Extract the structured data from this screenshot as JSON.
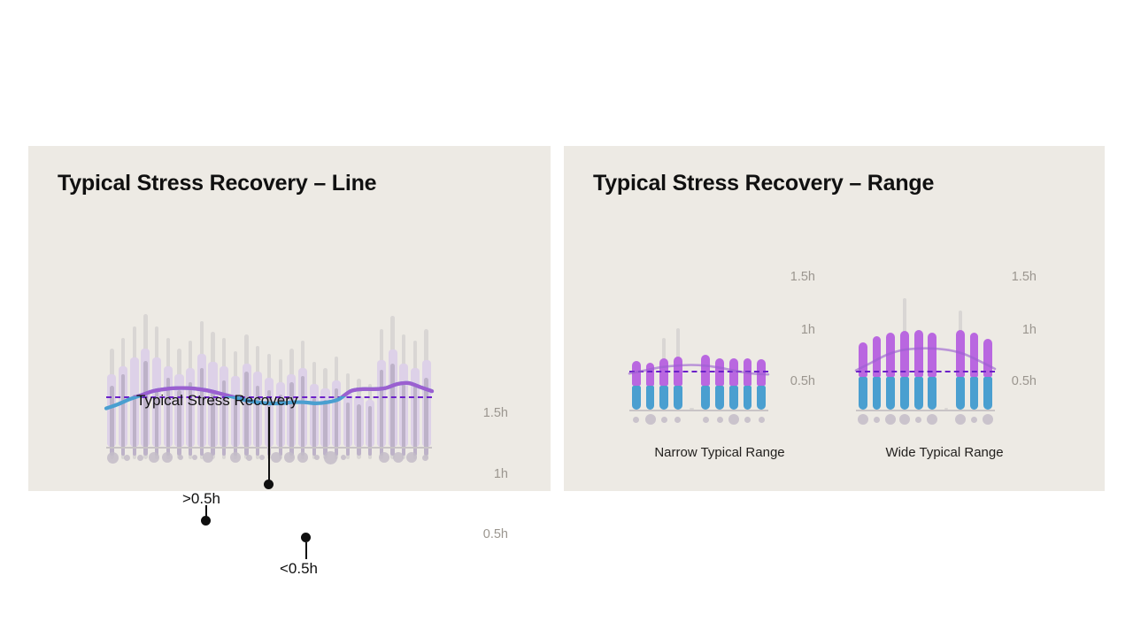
{
  "page": {
    "background": "#ffffff",
    "panel_background": "#edeae4"
  },
  "colors": {
    "purple_line": "#9b5fd0",
    "teal_line": "#4a9fd0",
    "reference_dash": "#6b21c8",
    "bar_light": "#ddd1e8",
    "bar_dark": "#bdb2c8",
    "bar_grey": "#c9c4c6",
    "cap_purple": "#b967e0",
    "cap_blue": "#4a9fd0",
    "axis_text": "#9b968f",
    "title_text": "#101010"
  },
  "panels": [
    {
      "id": "line",
      "title": "Typical Stress Recovery – Line",
      "axis_labels": [
        "1.5h",
        "1h",
        "0.5h"
      ],
      "annotations": [
        {
          "name": "callout-series",
          "text": "Typical Stress Recovery"
        },
        {
          "name": "callout-above",
          "text": ">0.5h"
        },
        {
          "name": "callout-below",
          "text": "<0.5h"
        }
      ]
    },
    {
      "id": "range",
      "title": "Typical Stress Recovery – Range",
      "charts": [
        {
          "id": "narrow",
          "caption": "Narrow Typical Range",
          "axis_labels": [
            "1.5h",
            "1h",
            "0.5h"
          ]
        },
        {
          "id": "wide",
          "caption": "Wide Typical Range",
          "axis_labels": [
            "1.5h",
            "1h",
            "0.5h"
          ]
        }
      ]
    }
  ],
  "chart_data": [
    {
      "id": "stress-recovery-line",
      "type": "bar",
      "title": "Typical Stress Recovery – Line",
      "xlabel": "",
      "ylabel": "",
      "ylim": [
        0,
        1.75
      ],
      "yticks": [
        0.5,
        1.0,
        1.5
      ],
      "ytick_labels": [
        "0.5h",
        "1h",
        "1.5h"
      ],
      "grid": false,
      "reference_line": {
        "value": 0.5,
        "label": "0.5h",
        "style": "dashed",
        "color": "#6b21c8"
      },
      "series": [
        {
          "name": "Stress recovery range (light bar)",
          "color": "#ddd1e8",
          "values": [
            0.72,
            0.8,
            0.88,
            0.97,
            0.88,
            0.8,
            0.72,
            0.78,
            0.92,
            0.84,
            0.8,
            0.7,
            0.82,
            0.74,
            0.68,
            0.64,
            0.72,
            0.78,
            0.62,
            0.58,
            0.66,
            0.54,
            0.5,
            0.46,
            0.86,
            0.96,
            0.82,
            0.78,
            0.86
          ]
        },
        {
          "name": "Inner measurement (dark bar)",
          "color": "#bdb2c8",
          "values": [
            0.3,
            0.42,
            0.22,
            0.55,
            0.28,
            0.38,
            0.26,
            0.34,
            0.48,
            0.24,
            0.36,
            0.2,
            0.44,
            0.3,
            0.26,
            0.22,
            0.34,
            0.4,
            0.18,
            0.16,
            0.28,
            0.14,
            0.12,
            0.1,
            0.46,
            0.52,
            0.32,
            0.3,
            0.38
          ]
        },
        {
          "name": "Typical Stress Recovery (smoothed line)",
          "type": "line",
          "color_above": "#9b5fd0",
          "color_below": "#4a9fd0",
          "values": [
            0.38,
            0.42,
            0.47,
            0.51,
            0.55,
            0.57,
            0.58,
            0.58,
            0.57,
            0.55,
            0.52,
            0.49,
            0.46,
            0.44,
            0.43,
            0.43,
            0.44,
            0.44,
            0.43,
            0.44,
            0.47,
            0.55,
            0.57,
            0.57,
            0.58,
            0.62,
            0.63,
            0.59,
            0.55
          ]
        }
      ],
      "markers": [
        {
          "label": ">0.5h",
          "x_index": 7,
          "y": 0.58
        },
        {
          "label": "<0.5h",
          "x_index": 19,
          "y": 0.44
        },
        {
          "label": "Typical Stress Recovery",
          "x_index": 15,
          "y": 0.43
        }
      ],
      "dot_row": {
        "name": "activity-dots",
        "sizes": [
          13,
          7,
          7,
          12,
          12,
          6,
          6,
          12,
          0,
          12,
          7,
          6,
          12,
          12,
          12,
          6,
          15,
          6,
          0,
          0,
          12,
          12,
          12,
          7
        ]
      }
    },
    {
      "id": "narrow-typical-range",
      "type": "bar",
      "title": "Narrow Typical Range",
      "ylim": [
        0,
        1.75
      ],
      "yticks": [
        0.5,
        1.0,
        1.5
      ],
      "ytick_labels": [
        "0.5h",
        "1h",
        "1.5h"
      ],
      "grid": false,
      "reference_line": {
        "value": 0.5,
        "label": "0.5h",
        "style": "dashed",
        "color": "#6b21c8"
      },
      "series": [
        {
          "name": "Upper range (purple)",
          "color": "#b967e0",
          "values": [
            0.62,
            0.6,
            0.66,
            0.68,
            0.0,
            0.7,
            0.66,
            0.66,
            0.66,
            0.64
          ]
        },
        {
          "name": "Lower range (blue)",
          "color": "#4a9fd0",
          "values": [
            0.3,
            0.3,
            0.3,
            0.3,
            0.0,
            0.3,
            0.3,
            0.3,
            0.3,
            0.3
          ]
        },
        {
          "name": "Background measurement (grey)",
          "color": "#c9c4c6",
          "values": [
            0.5,
            0.56,
            0.92,
            1.04,
            0.02,
            0.4,
            0.52,
            0.5,
            0.46,
            0.48
          ]
        }
      ],
      "dot_row": {
        "name": "activity-dots",
        "sizes": [
          7,
          12,
          7,
          7,
          0,
          7,
          7,
          12,
          7,
          7
        ]
      }
    },
    {
      "id": "wide-typical-range",
      "type": "bar",
      "title": "Wide Typical Range",
      "ylim": [
        0,
        1.75
      ],
      "yticks": [
        0.5,
        1.0,
        1.5
      ],
      "ytick_labels": [
        "0.5h",
        "1h",
        "1.5h"
      ],
      "grid": false,
      "reference_line": {
        "value": 0.5,
        "label": "0.5h",
        "style": "dashed",
        "color": "#6b21c8"
      },
      "series": [
        {
          "name": "Upper range (purple)",
          "color": "#b967e0",
          "values": [
            0.86,
            0.94,
            0.98,
            1.0,
            1.02,
            0.98,
            0.0,
            1.02,
            0.98,
            0.9
          ]
        },
        {
          "name": "Lower range (blue)",
          "color": "#4a9fd0",
          "values": [
            0.42,
            0.42,
            0.42,
            0.42,
            0.42,
            0.42,
            0.0,
            0.42,
            0.42,
            0.42
          ]
        },
        {
          "name": "Background measurement (grey)",
          "color": "#c9c4c6",
          "values": [
            0.6,
            0.62,
            0.72,
            1.42,
            0.66,
            0.58,
            0.02,
            1.26,
            0.6,
            0.58
          ]
        }
      ],
      "dot_row": {
        "name": "activity-dots",
        "sizes": [
          12,
          7,
          12,
          12,
          7,
          12,
          0,
          12,
          7,
          12
        ]
      }
    }
  ]
}
